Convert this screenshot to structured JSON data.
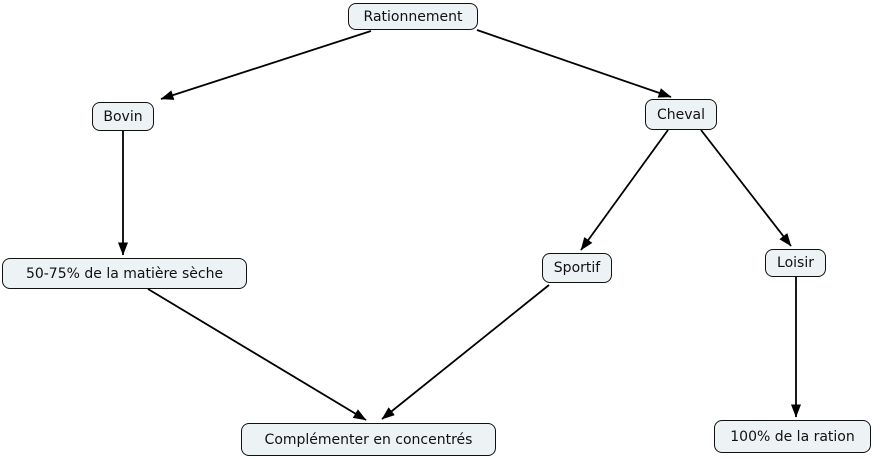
{
  "diagram": {
    "type": "concept-map",
    "nodes": {
      "rationnement": {
        "label": "Rationnement"
      },
      "bovin": {
        "label": "Bovin"
      },
      "cheval": {
        "label": "Cheval"
      },
      "matiere_seche": {
        "label": "50-75% de la matière sèche"
      },
      "sportif": {
        "label": "Sportif"
      },
      "loisir": {
        "label": "Loisir"
      },
      "complementer": {
        "label": "Complémenter en concentrés"
      },
      "ration_complete": {
        "label": "100% de la ration"
      }
    },
    "edges": [
      {
        "from": "rationnement",
        "to": "bovin"
      },
      {
        "from": "rationnement",
        "to": "cheval"
      },
      {
        "from": "bovin",
        "to": "matiere_seche"
      },
      {
        "from": "cheval",
        "to": "sportif"
      },
      {
        "from": "cheval",
        "to": "loisir"
      },
      {
        "from": "matiere_seche",
        "to": "complementer"
      },
      {
        "from": "sportif",
        "to": "complementer"
      },
      {
        "from": "loisir",
        "to": "ration_complete"
      }
    ],
    "colors": {
      "background": "#ffffff",
      "node_fill": "#edf2f4",
      "node_border": "#111111",
      "arrow": "#000000",
      "text": "#111111"
    }
  }
}
